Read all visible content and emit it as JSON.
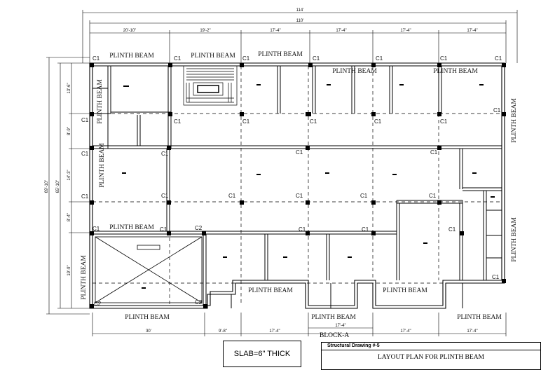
{
  "drawing": {
    "overall_top": "114'",
    "inner_top": "110'",
    "top_bays": [
      "20'-10\"",
      "19'-2\"",
      "17'-4\"",
      "17'-4\"",
      "17'-4\"",
      "17'-4\""
    ],
    "overall_left": "69'-10\"",
    "inner_left": "65'-10\"",
    "left_bays": [
      "13'-6\"",
      "8'-9\"",
      "14'-3\"",
      "8'-4\"",
      "19'-9\""
    ],
    "bottom_dims": [
      "30'",
      "9'-8\"",
      "17'-4\"",
      "17'-4\"",
      "17'-4\"",
      "17'-4\""
    ],
    "beam_label": "PLINTH BEAM",
    "column_c1": "C1",
    "column_c2": "C2",
    "block": "BLOCK-A"
  },
  "notes": {
    "slab": "SLAB=6\" THICK"
  },
  "title_block": {
    "subtitle": "Structural Drawing #-5",
    "title": "LAYOUT PLAN FOR PLINTH BEAM"
  }
}
